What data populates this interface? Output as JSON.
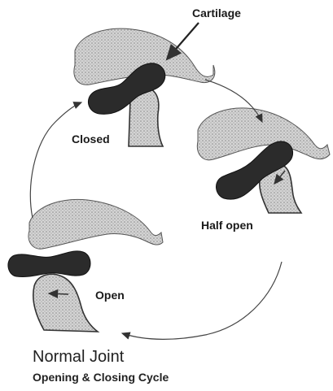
{
  "labels": {
    "cartilage": "Cartilage",
    "closed": "Closed",
    "half_open": "Half open",
    "open": "Open"
  },
  "caption": {
    "title": "Normal Joint",
    "subtitle": "Opening & Closing Cycle"
  },
  "colors": {
    "bone_fill": "#c9c9c9",
    "disc_fill": "#2b2b2b",
    "outline": "#333333"
  }
}
